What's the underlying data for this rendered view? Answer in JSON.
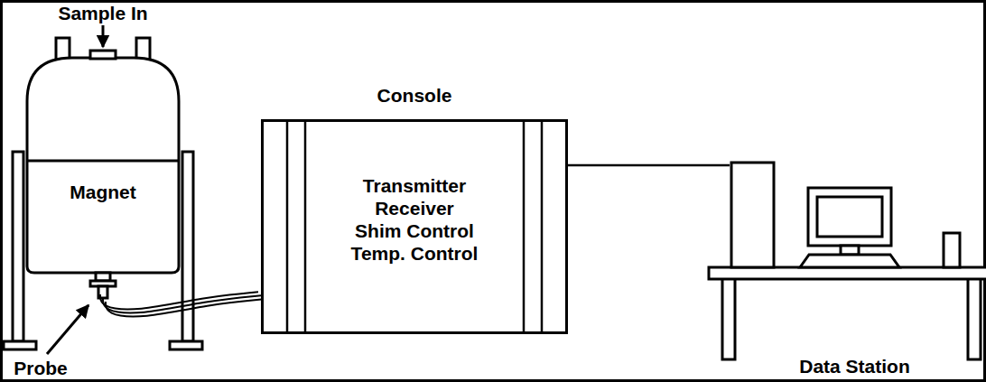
{
  "diagram": {
    "nodes": [
      {
        "text": [
          "Magnet"
        ]
      },
      {
        "text": [
          "Console",
          "Transmitter",
          "Receiver",
          "Shim Control",
          "Temp. Control"
        ]
      },
      {
        "text": [
          "Data Station"
        ]
      }
    ],
    "edges": [
      {
        "from": 0,
        "to": 1,
        "arrow": "none"
      },
      {
        "from": 1,
        "to": 2,
        "arrow": "none"
      }
    ],
    "labels": [
      "Sample In",
      "Probe"
    ]
  }
}
